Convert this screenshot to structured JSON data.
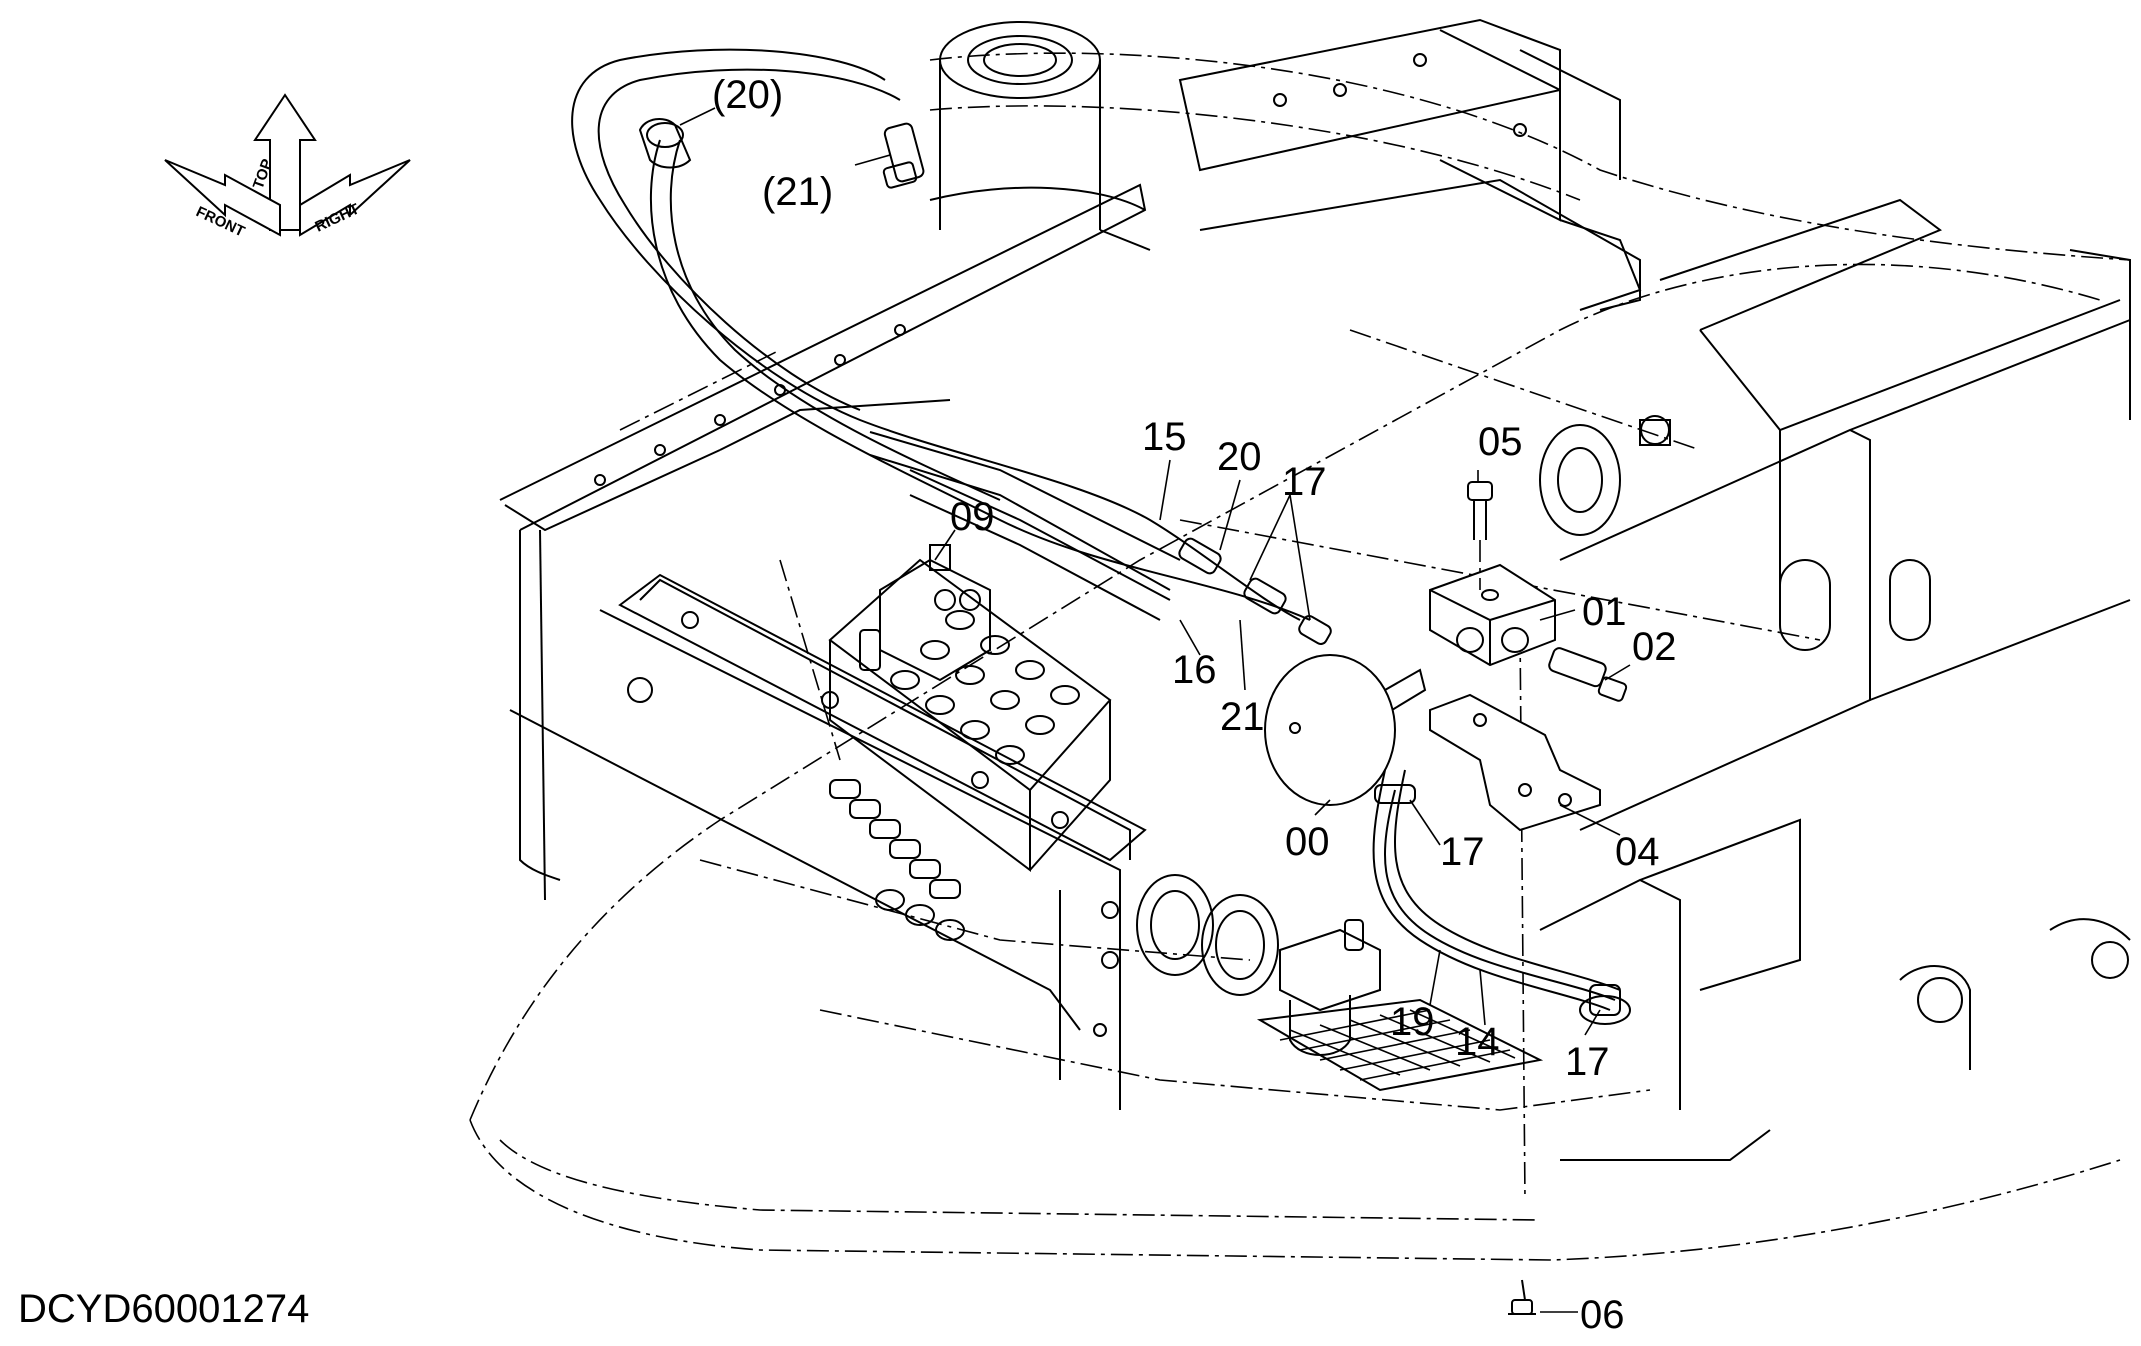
{
  "drawing_code": "DCYD60001274",
  "orientation_symbol": {
    "labels": [
      "TOP",
      "FRONT",
      "RIGHT"
    ]
  },
  "callouts": {
    "c_20p": "(20)",
    "c_21p": "(21)",
    "c_15": "15",
    "c_20": "20",
    "c_17a": "17",
    "c_05": "05",
    "c_09": "09",
    "c_01": "01",
    "c_02": "02",
    "c_16": "16",
    "c_21": "21",
    "c_00": "00",
    "c_17b": "17",
    "c_04": "04",
    "c_19": "19",
    "c_14": "14",
    "c_17c": "17",
    "c_06": "06"
  }
}
